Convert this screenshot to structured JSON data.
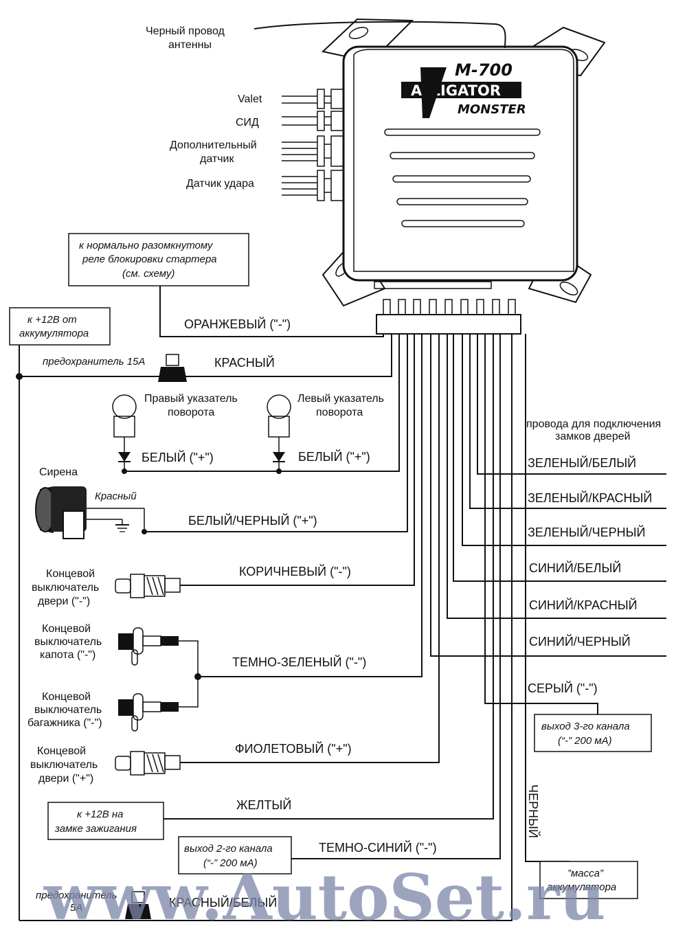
{
  "brand": {
    "model": "M-700",
    "name": "ALLIGATOR",
    "sub": "MONSTER"
  },
  "top_labels": {
    "antenna_1": "Черный провод",
    "antenna_2": "антенны",
    "valet": "Valet",
    "led": "СИД",
    "extra_sensor_1": "Дополнительный",
    "extra_sensor_2": "датчик",
    "shock_sensor": "Датчик удара"
  },
  "boxes": {
    "starter_1": "к нормально разомкнутому",
    "starter_2": "реле блокировки стартера",
    "starter_3": "(см. схему)",
    "battery_1": "к +12В от",
    "battery_2": "аккумулятора",
    "ignition_1": "к +12В на",
    "ignition_2": "замке зажигания",
    "ch2_1": "выход 2-го канала",
    "ch2_2": "(“-” 200 мА)",
    "ch3_1": "выход 3-го канала",
    "ch3_2": "(“-” 200 мА)",
    "ground_1": "”масса”",
    "ground_2": "аккумулятора"
  },
  "wires": {
    "orange": "ОРАНЖЕВЫЙ (\"-\")",
    "red": "КРАСНЫЙ",
    "white_1": "БЕЛЫЙ (\"+\")",
    "white_2": "БЕЛЫЙ (\"+\")",
    "white_black": "БЕЛЫЙ/ЧЕРНЫЙ (\"+\")",
    "brown": "КОРИЧНЕВЫЙ (\"-\")",
    "dark_green": "ТЕМНО-ЗЕЛЕНЫЙ (\"-\")",
    "violet": "ФИОЛЕТОВЫЙ (\"+\")",
    "yellow": "ЖЕЛТЫЙ",
    "dark_blue": "ТЕМНО-СИНИЙ (\"-\")",
    "red_white": "КРАСНЫЙ/БЕЛЫЙ",
    "green_white": "ЗЕЛЕНЫЙ/БЕЛЫЙ",
    "green_red": "ЗЕЛЕНЫЙ/КРАСНЫЙ",
    "green_black": "ЗЕЛЕНЫЙ/ЧЕРНЫЙ",
    "blue_white": "СИНИЙ/БЕЛЫЙ",
    "blue_red": "СИНИЙ/КРАСНЫЙ",
    "blue_black": "СИНИЙ/ЧЕРНЫЙ",
    "grey": "СЕРЫЙ (\"-\")",
    "black": "ЧЕРНЫЙ"
  },
  "components": {
    "fuse15": "предохранитель 15А",
    "fuse5_1": "предохранитель",
    "fuse5_2": "5А",
    "right_turn_1": "Правый указатель",
    "right_turn_2": "поворота",
    "left_turn_1": "Левый указатель",
    "left_turn_2": "поворота",
    "siren": "Сирена",
    "siren_red": "Красный",
    "door_locks_1": "провода для подключения",
    "door_locks_2": "замков дверей",
    "door_minus_1": "Концевой",
    "door_minus_2": "выключатель",
    "door_minus_3": "двери (\"-\")",
    "hood_1": "Концевой",
    "hood_2": "выключатель",
    "hood_3": "капота (\"-\")",
    "trunk_1": "Концевой",
    "trunk_2": "выключатель",
    "trunk_3": "багажника (\"-\")",
    "door_plus_1": "Концевой",
    "door_plus_2": "выключатель",
    "door_plus_3": "двери (\"+\")"
  },
  "watermark": "www.AutoSet.ru"
}
